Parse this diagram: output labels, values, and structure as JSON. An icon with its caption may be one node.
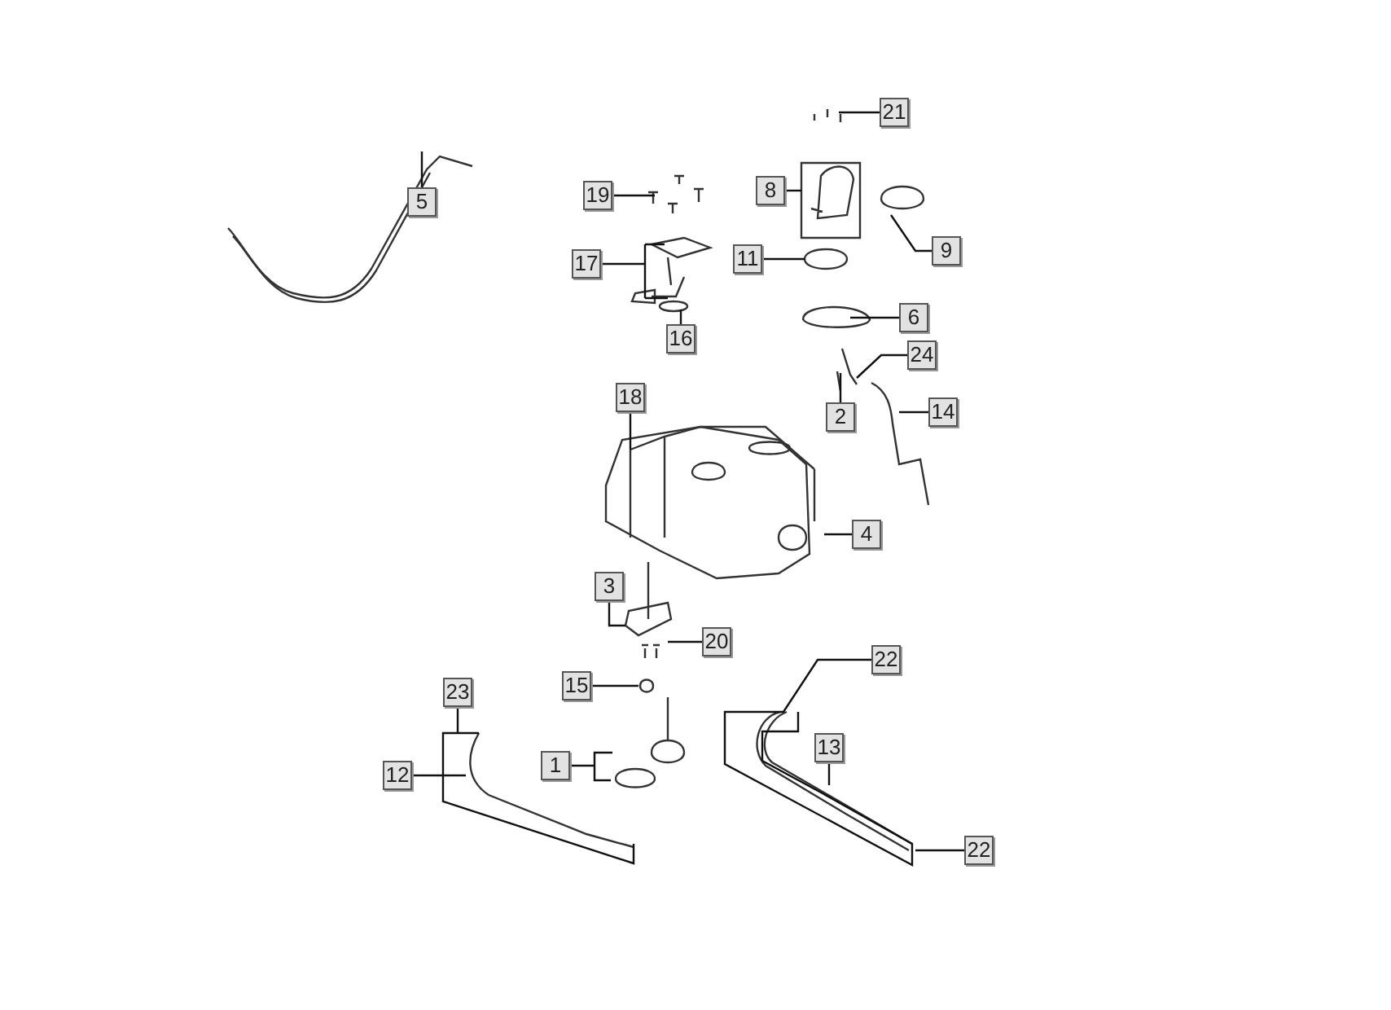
{
  "diagram": {
    "nodes": [
      {
        "text": [
          "21"
        ]
      },
      {
        "text": [
          "5"
        ]
      },
      {
        "text": [
          "19"
        ]
      },
      {
        "text": [
          "8"
        ]
      },
      {
        "text": [
          "9"
        ]
      },
      {
        "text": [
          "17"
        ]
      },
      {
        "text": [
          "11"
        ]
      },
      {
        "text": [
          "16"
        ]
      },
      {
        "text": [
          "6"
        ]
      },
      {
        "text": [
          "24"
        ]
      },
      {
        "text": [
          "18"
        ]
      },
      {
        "text": [
          "2"
        ]
      },
      {
        "text": [
          "14"
        ]
      },
      {
        "text": [
          "4"
        ]
      },
      {
        "text": [
          "3"
        ]
      },
      {
        "text": [
          "20"
        ]
      },
      {
        "text": [
          "22"
        ]
      },
      {
        "text": [
          "15"
        ]
      },
      {
        "text": [
          "23"
        ]
      },
      {
        "text": [
          "13"
        ]
      },
      {
        "text": [
          "1"
        ]
      },
      {
        "text": [
          "12"
        ]
      },
      {
        "text": [
          "22"
        ]
      }
    ],
    "edges": [
      {
        "from": 0,
        "to": null,
        "arrow": "none"
      },
      {
        "from": 1,
        "to": null,
        "arrow": "none"
      },
      {
        "from": 2,
        "to": null,
        "arrow": "none"
      },
      {
        "from": 3,
        "to": null,
        "arrow": "none"
      },
      {
        "from": 4,
        "to": null,
        "arrow": "none"
      },
      {
        "from": 5,
        "to": null,
        "arrow": "none"
      },
      {
        "from": 6,
        "to": null,
        "arrow": "none"
      },
      {
        "from": 7,
        "to": null,
        "arrow": "none"
      },
      {
        "from": 8,
        "to": null,
        "arrow": "none"
      },
      {
        "from": 9,
        "to": null,
        "arrow": "none"
      },
      {
        "from": 10,
        "to": null,
        "arrow": "none"
      },
      {
        "from": 11,
        "to": null,
        "arrow": "none"
      },
      {
        "from": 12,
        "to": null,
        "arrow": "none"
      },
      {
        "from": 13,
        "to": null,
        "arrow": "none"
      },
      {
        "from": 14,
        "to": null,
        "arrow": "none"
      },
      {
        "from": 15,
        "to": null,
        "arrow": "none"
      },
      {
        "from": 16,
        "to": null,
        "arrow": "none"
      },
      {
        "from": 17,
        "to": null,
        "arrow": "none"
      },
      {
        "from": 18,
        "to": null,
        "arrow": "none"
      },
      {
        "from": 19,
        "to": null,
        "arrow": "none"
      },
      {
        "from": 20,
        "to": null,
        "arrow": "none"
      },
      {
        "from": 21,
        "to": null,
        "arrow": "none"
      },
      {
        "from": 22,
        "to": null,
        "arrow": "none"
      }
    ]
  }
}
